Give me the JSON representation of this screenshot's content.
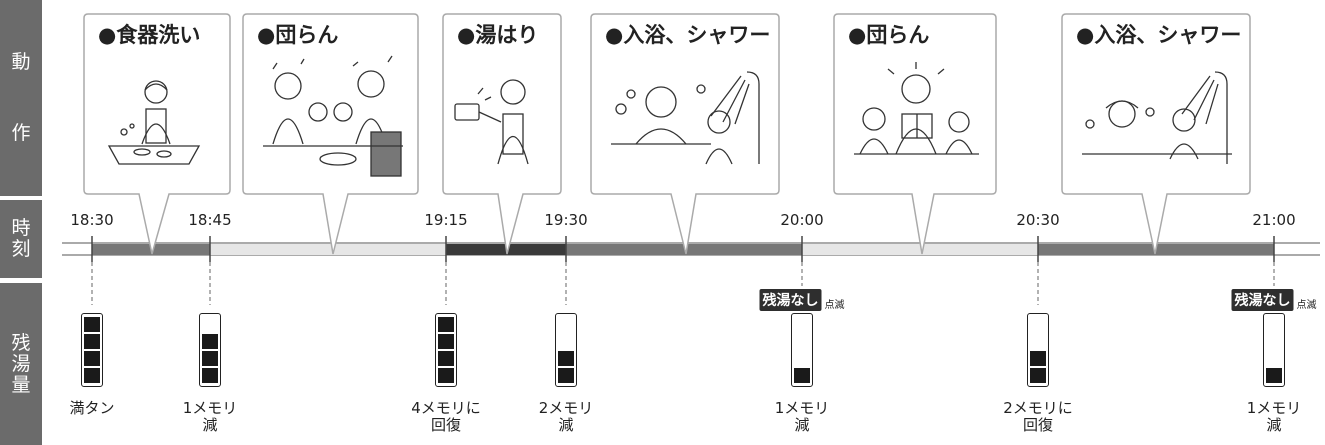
{
  "row_headers": {
    "action": [
      "動",
      "作"
    ],
    "time": [
      "時",
      "刻"
    ],
    "remaining": [
      "残",
      "湯",
      "量"
    ]
  },
  "bubbles": [
    {
      "title": "●食器洗い",
      "icon": "dishwashing-illustration"
    },
    {
      "title": "●団らん",
      "icon": "family-gathering-illustration"
    },
    {
      "title": "●湯はり",
      "icon": "bath-filling-illustration"
    },
    {
      "title": "●入浴、シャワー",
      "icon": "bathing-shower-illustration"
    },
    {
      "title": "●団らん",
      "icon": "family-reading-illustration"
    },
    {
      "title": "●入浴、シャワー",
      "icon": "bathing-shower-illustration"
    }
  ],
  "times": [
    "18:30",
    "18:45",
    "19:15",
    "19:30",
    "20:00",
    "20:30",
    "21:00"
  ],
  "gauges": [
    {
      "level": 4,
      "label_lines": [
        "満タン"
      ]
    },
    {
      "level": 3,
      "label_lines": [
        "1メモリ",
        "減"
      ]
    },
    {
      "level": 4,
      "label_lines": [
        "4メモリに",
        "回復"
      ]
    },
    {
      "level": 2,
      "label_lines": [
        "2メモリ",
        "減"
      ]
    },
    {
      "level": 1,
      "label_lines": [
        "1メモリ",
        "減"
      ]
    },
    {
      "level": 2,
      "label_lines": [
        "2メモリに",
        "回復"
      ]
    },
    {
      "level": 1,
      "label_lines": [
        "1メモリ",
        "減"
      ]
    }
  ],
  "no_remaining": [
    {
      "badge": "残湯なし",
      "note": "点滅"
    },
    {
      "badge": "残湯なし",
      "note": "点滅"
    }
  ],
  "colors": {
    "header_bg": "#6b6b6b",
    "bar_dark": "#3a3a3a",
    "bar_mid": "#777777",
    "bar_light": "#e6e6e6",
    "gauge_fill": "#1a1a1a"
  }
}
